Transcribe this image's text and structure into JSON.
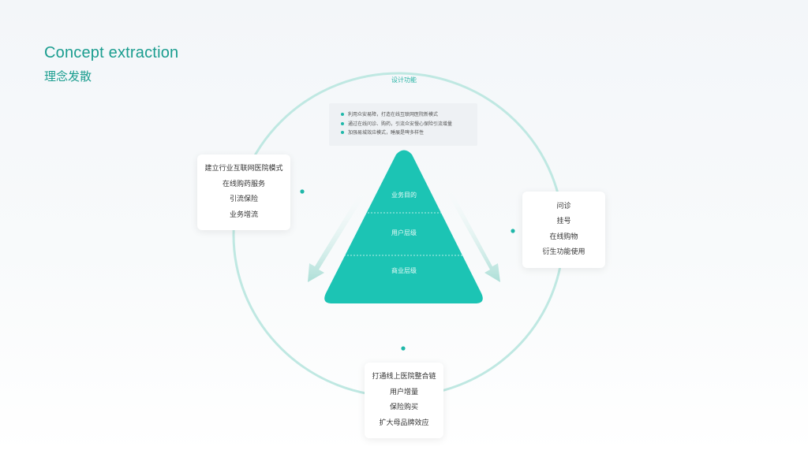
{
  "header": {
    "title_en": "Concept extraction",
    "title_cn": "理念发散"
  },
  "circle": {
    "label": "设计功能"
  },
  "goals": [
    "利用众安易障，打造在线互联网医院新模式",
    "通过在线问诊、购药，引流众安慢心保险引流增量",
    "加强易城效应模式，睡展是啤多样性"
  ],
  "pyramid": {
    "layers": [
      "业务目的",
      "用户层级",
      "商业层级"
    ]
  },
  "left_card": {
    "items": [
      "建立行业互联网医院模式",
      "在线购药服务",
      "引流保险",
      "业务增流"
    ]
  },
  "right_card": {
    "items": [
      "问诊",
      "挂号",
      "在线购物",
      "衍生功能使用"
    ]
  },
  "bottom_card": {
    "items": [
      "打通线上医院整合链",
      "用户增量",
      "保险购买",
      "扩大母品牌效应"
    ]
  },
  "colors": {
    "accent": "#1a9d8f",
    "pyramid": "#1cc4b4",
    "ring": "#bfe8e2",
    "dot": "#1fb7a9"
  }
}
